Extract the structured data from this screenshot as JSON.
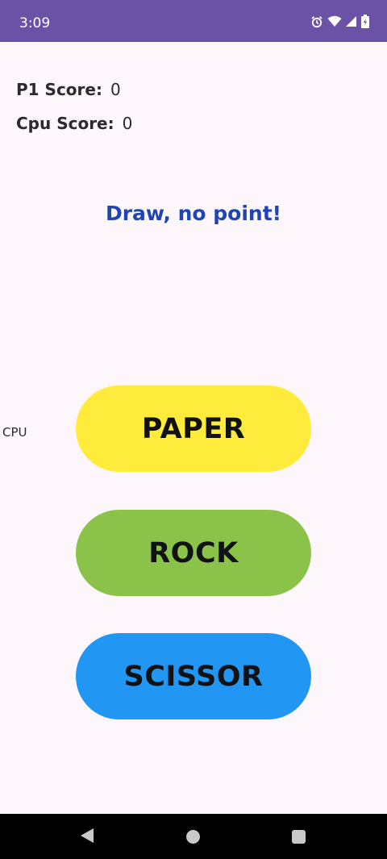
{
  "status_bar": {
    "time": "3:09",
    "icons": [
      "alarm-icon",
      "wifi-icon",
      "signal-icon",
      "battery-icon"
    ],
    "background": "#6a52a6"
  },
  "scores": {
    "p1_label": "P1 Score:",
    "p1_value": "0",
    "cpu_label": "Cpu Score:",
    "cpu_value": "0"
  },
  "result": {
    "text": "Draw, no point!",
    "color": "#1f45b0"
  },
  "cpu_indicator": {
    "label": "CPU"
  },
  "choices": [
    {
      "label": "PAPER",
      "color": "#ffeb3b"
    },
    {
      "label": "ROCK",
      "color": "#8bc34a"
    },
    {
      "label": "SCISSOR",
      "color": "#2196f3"
    }
  ],
  "nav_bar": {
    "icons": [
      "back-icon",
      "home-icon",
      "recents-icon"
    ]
  }
}
